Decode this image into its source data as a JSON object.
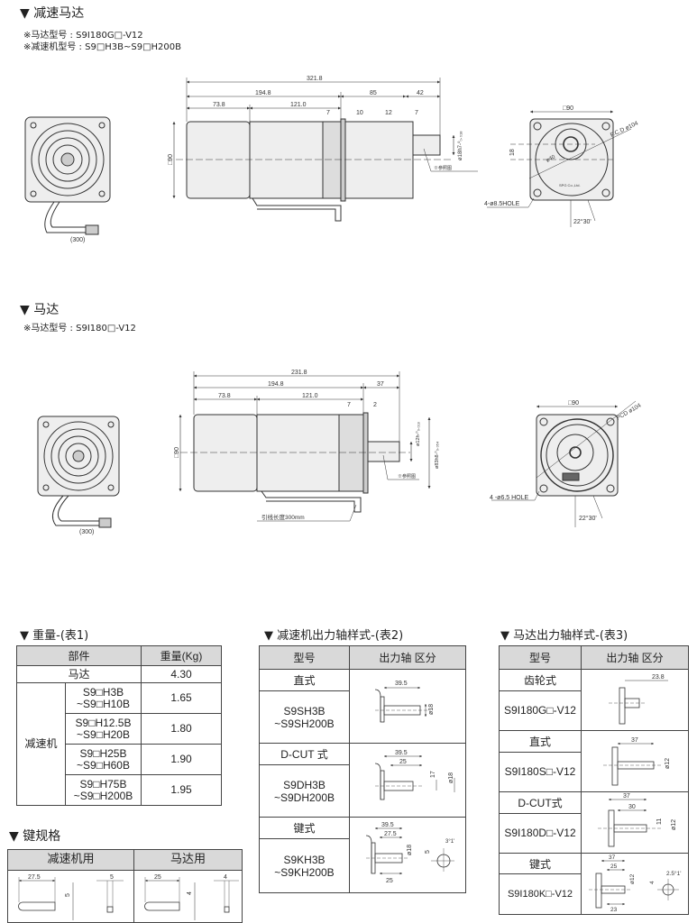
{
  "section_geared_motor": {
    "title": "▼ 减速马达",
    "motor_model_note": "※马达型号 : S9I180G□-V12",
    "gearbox_model_note": "※减速机型号  : S9□H3B~S9□H200B",
    "fan_view": {
      "cable_length": "(300)"
    },
    "side_view": {
      "total_length": "321.8",
      "motor_gear_length": "194.8",
      "gear_length": "85",
      "shaft_length": "42",
      "rear_length": "73.8",
      "motor_length": "121.0",
      "flange_a": "7",
      "flange_b": "10",
      "flange_c": "12",
      "flange_d": "7",
      "height": "□90",
      "shaft_dia": "ø18h7-⁰₀.₀₁₈",
      "ref_note": "※参照图"
    },
    "front_view": {
      "width": "□90",
      "pcd": "P.C.D ø104",
      "hub_dia": "ø40",
      "offset": "18",
      "holes": "4-ø8.5HOLE",
      "angle": "22°30'",
      "brand": "SPG Co.,Ltd."
    }
  },
  "section_motor": {
    "title": "▼ 马达",
    "motor_model_note": "※马达型号 : S9I180□-V12",
    "fan_view": {
      "cable_length": "(300)"
    },
    "side_view": {
      "total_length": "231.8",
      "motor_length_total": "194.8",
      "shaft_length": "37",
      "rear_length": "73.8",
      "motor_length": "121.0",
      "flange_a": "7",
      "flange_b": "2",
      "height": "□90",
      "shaft_dia": "ø12h-⁰₀.₀₁₈",
      "pilot_dia": "ø83h8-⁰₀.₀₅₄",
      "ref_note": "※参照图",
      "lead_note": "引线长度300mm"
    },
    "front_view": {
      "width": "□90",
      "pcd": "PCD ø104",
      "holes": "4 -ø6.5 HOLE",
      "angle": "22°30'"
    }
  },
  "table1": {
    "title": "▼ 重量-(表1)",
    "headers": [
      "部件",
      "重量(Kg)"
    ],
    "motor_row": {
      "part": "马达",
      "weight": "4.30"
    },
    "gearbox_label": "减速机",
    "gearbox_rows": [
      {
        "model_a": "S9□H3B",
        "model_b": "~S9□H10B",
        "weight": "1.65"
      },
      {
        "model_a": "S9□H12.5B",
        "model_b": "~S9□H20B",
        "weight": "1.80"
      },
      {
        "model_a": "S9□H25B",
        "model_b": "~S9□H60B",
        "weight": "1.90"
      },
      {
        "model_a": "S9□H75B",
        "model_b": "~S9□H200B",
        "weight": "1.95"
      }
    ]
  },
  "key_spec": {
    "title": "▼ 键规格",
    "headers": [
      "减速机用",
      "马达用"
    ],
    "gearbox_key": {
      "length": "27.5",
      "height": "5",
      "width": "5"
    },
    "motor_key": {
      "length": "25",
      "height": "4",
      "width": "4"
    }
  },
  "table2": {
    "title": "▼ 减速机出力轴样式-(表2)",
    "headers": [
      "型号",
      "出力轴 区分"
    ],
    "rows": [
      {
        "type": "直式",
        "model_a": "S9SH3B",
        "model_b": "~S9SH200B",
        "dims": [
          "39.5",
          "ø18"
        ]
      },
      {
        "type": "D-CUT 式",
        "model_a": "S9DH3B",
        "model_b": "~S9DH200B",
        "dims": [
          "39.5",
          "25",
          "17",
          "ø18"
        ]
      },
      {
        "type": "键式",
        "model_a": "S9KH3B",
        "model_b": "~S9KH200B",
        "dims": [
          "39.5",
          "27.5",
          "25",
          "ø18",
          "5",
          "3°1'"
        ]
      }
    ]
  },
  "table3": {
    "title": "▼ 马达出力轴样式-(表3)",
    "headers": [
      "型号",
      "出力轴 区分"
    ],
    "rows": [
      {
        "type": "齿轮式",
        "model": "S9I180G□-V12",
        "dims": [
          "23.8"
        ]
      },
      {
        "type": "直式",
        "model": "S9I180S□-V12",
        "dims": [
          "37",
          "ø12"
        ]
      },
      {
        "type": "D-CUT式",
        "model": "S9I180D□-V12",
        "dims": [
          "37",
          "30",
          "11",
          "ø12"
        ]
      },
      {
        "type": "键式",
        "model": "S9I180K□-V12",
        "dims": [
          "37",
          "25",
          "23",
          "ø12",
          "4",
          "2.5°1'"
        ]
      }
    ]
  }
}
